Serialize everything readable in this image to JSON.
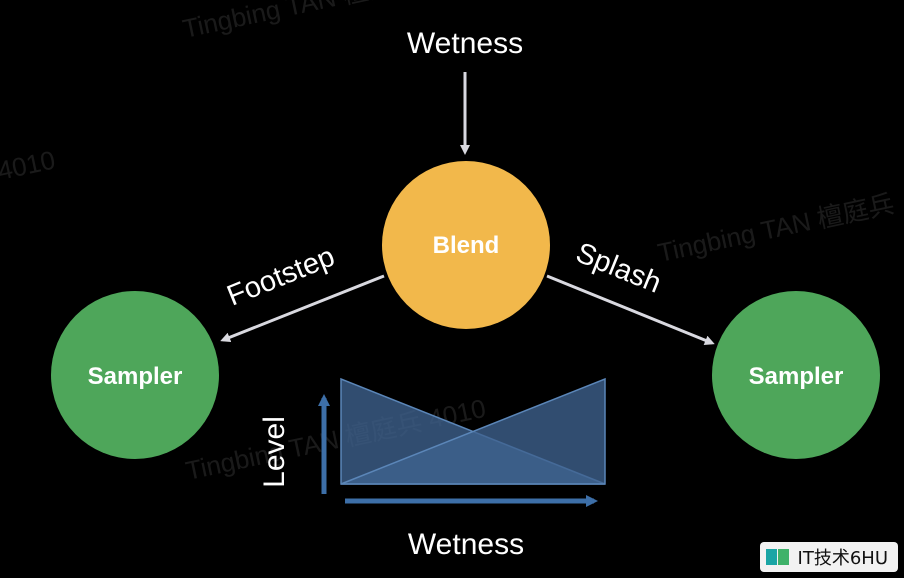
{
  "diagram": {
    "input_label": "Wetness",
    "blend_node": {
      "label": "Blend",
      "color": "#f2b84b"
    },
    "left_sampler": {
      "label": "Sampler",
      "color": "#4ea65a"
    },
    "right_sampler": {
      "label": "Sampler",
      "color": "#4ea65a"
    },
    "left_edge_label": "Footstep",
    "right_edge_label": "Splash",
    "arrow_color": "#d9d9e0"
  },
  "graph": {
    "y_label": "Level",
    "x_label": "Wetness",
    "axis_color": "#3d6fa8",
    "fill_color": "#3f638f"
  },
  "watermarks": [
    "Tingbing TAN 檀庭兵 4010",
    "4010",
    "Tingbing TAN 檀庭兵",
    "Tingbing TAN 檀庭兵 4010"
  ],
  "site_badge": {
    "text": "IT技术6HU"
  }
}
